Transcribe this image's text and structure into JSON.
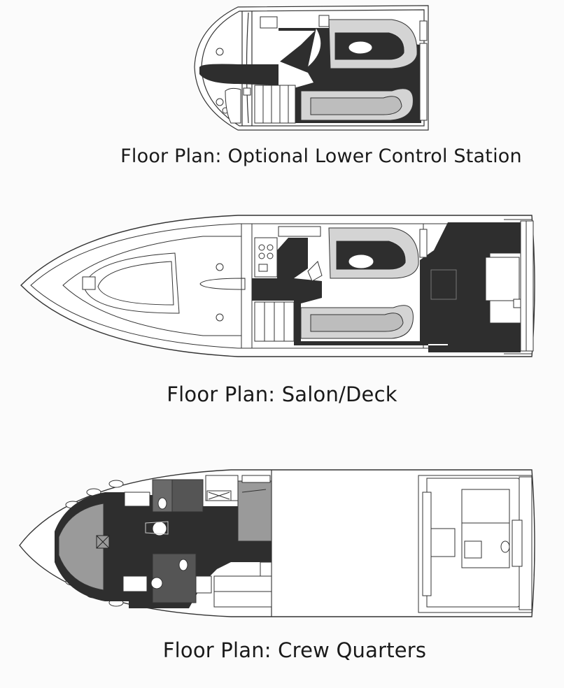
{
  "captions": {
    "lower_station": "Floor Plan: Optional Lower Control Station",
    "salon_deck": "Floor Plan: Salon/Deck",
    "crew_quarters": "Floor Plan: Crew Quarters"
  },
  "colors": {
    "floor_dark": "#2e2e2e",
    "cushion_light": "#d4d4d4",
    "line": "#333333",
    "hull_fill": "#ffffff",
    "grey_cabin": "#9a9a9a"
  }
}
